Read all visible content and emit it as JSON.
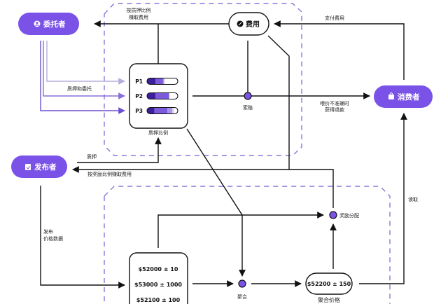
{
  "colors": {
    "accent": "#7b52e8",
    "dark_purple": "#3d1f9e",
    "mid_purple": "#7b5bdb",
    "light_purple": "#a993ea",
    "dashed": "#8c74d8",
    "arrow_light": "#b7aede"
  },
  "nodes": {
    "delegator": {
      "label": "委托者",
      "icon": "user-circle-icon"
    },
    "fee": {
      "label": "费用",
      "icon": "percent-badge-icon"
    },
    "consumer": {
      "label": "消费者",
      "icon": "shopping-bag-icon"
    },
    "publisher": {
      "label": "发布者",
      "icon": "clipboard-icon"
    }
  },
  "stake_box": {
    "caption": "质押比例",
    "pools": [
      {
        "label": "P1",
        "segments": [
          0.28,
          0.24,
          0.04
        ]
      },
      {
        "label": "P2",
        "segments": [
          0.28,
          0.44
        ]
      },
      {
        "label": "P3",
        "segments": [
          0.24,
          0.42,
          0.16,
          0.06
        ]
      }
    ]
  },
  "price_box": {
    "values": [
      "$52000 ± 10",
      "$53000 ± 1000",
      "$52100 ± 100"
    ]
  },
  "aggregate": {
    "dot_label": "聚合",
    "price": "$52200 ± 150",
    "price_caption": "聚合价格"
  },
  "labels": {
    "earn_fee_stake_1": "按质押比例",
    "earn_fee_stake_2": "赚取费用",
    "pay_fee": "支付费用",
    "stake_delegate": "质押和委托",
    "claim": "索赔",
    "refund_1": "喂价不准确时",
    "refund_2": "获得退款",
    "stake": "质押",
    "earn_fee_reward": "按奖励比例赚取费用",
    "publish_1": "发布",
    "publish_2": "价格数据",
    "reward_distribution": "奖励分配",
    "read": "读取"
  }
}
